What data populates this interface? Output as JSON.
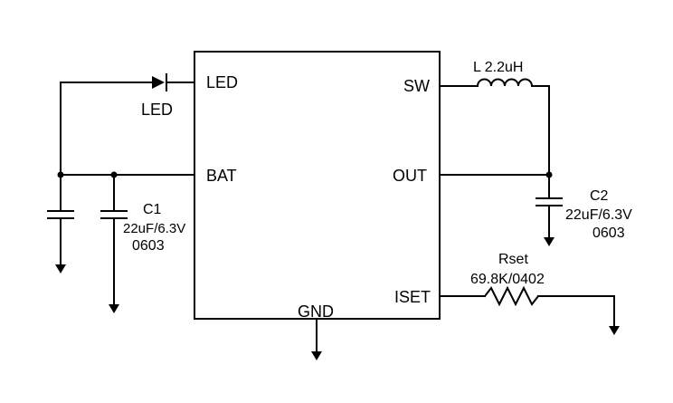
{
  "ic": {
    "pins": {
      "led": "LED",
      "bat": "BAT",
      "gnd": "GND",
      "sw": "SW",
      "out": "OUT",
      "iset": "ISET"
    }
  },
  "components": {
    "led_diode": {
      "label": "LED"
    },
    "inductor": {
      "label": "L 2.2uH"
    },
    "c1": {
      "ref": "C1",
      "value": "22uF/6.3V",
      "package": "0603"
    },
    "c2": {
      "ref": "C2",
      "value": "22uF/6.3V",
      "package": "0603"
    },
    "rset": {
      "ref": "Rset",
      "value": "69.8K/0402"
    }
  }
}
